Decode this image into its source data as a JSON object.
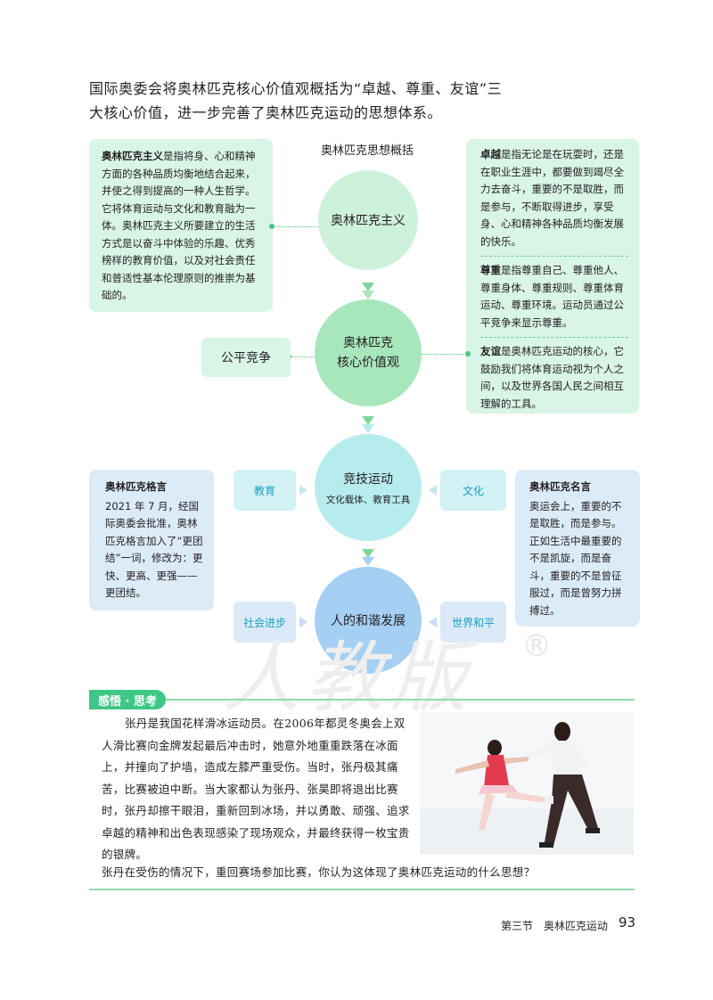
{
  "intro": {
    "line1": "国际奥委会将奥林匹克核心价值观概括为“卓越、尊重、友谊”三",
    "line2": "大核心价值，进一步完善了奥林匹克运动的思想体系。"
  },
  "diagram_title": "奥林匹克思想概括",
  "left_box": {
    "term": "奥林匹克主义",
    "text": "是指将身、心和精神方面的各种品质均衡地结合起来，并使之得到提高的一种人生哲学。它将体育运动与文化和教育融为一体。奥林匹克主义所要建立的生活方式是以奋斗中体验的乐趣、优秀榜样的教育价值，以及对社会责任和普适性基本伦理原则的推崇为基础的。"
  },
  "right_box": {
    "excellence_term": "卓越",
    "excellence_text": "是指无论是在玩耍时，还是在职业生涯中，都要做到竭尽全力去奋斗，重要的不是取胜，而是参与，不断取得进步，享受身、心和精神各种品质均衡发展的快乐。",
    "respect_term": "尊重",
    "respect_text": "是指尊重自己、尊重他人、尊重身体、尊重规则、尊重体育运动、尊重环境。运动员通过公平竞争来显示尊重。",
    "friendship_term": "友谊",
    "friendship_text": "是奥林匹克运动的核心，它鼓励我们将体育运动视为个人之间，以及世界各国人民之间相互理解的工具。"
  },
  "circles": {
    "olympism": "奥林匹克主义",
    "core_line1": "奥林匹克",
    "core_line2": "核心价值观",
    "competitive_main": "竞技运动",
    "competitive_sub": "文化载体、教育工具",
    "harmony": "人的和谐发展"
  },
  "fair_play": "公平竞争",
  "tags": {
    "education": "教育",
    "culture": "文化",
    "social_progress": "社会进步",
    "world_peace": "世界和平"
  },
  "motto_box": {
    "title": "奥林匹克格言",
    "text": "2021 年 7 月，经国际奥委会批准，奥林匹克格言加入了“更团结”一词，修改为：更快、更高、更强——更团结。"
  },
  "famous_box": {
    "title": "奥林匹克名言",
    "text": "奥运会上，重要的不是取胜，而是参与。正如生活中最重要的不是凯旋，而是奋斗，重要的不是曾征服过，而是曾努力拼搏过。"
  },
  "watermark": "人教版",
  "watermark_reg": "®",
  "think": {
    "label": "感悟 · 思考",
    "story": "张丹是我国花样滑冰运动员。在2006年都灵冬奥会上双人滑比赛向金牌发起最后冲击时，她意外地重重跌落在冰面上，并撞向了护墙，造成左膝严重受伤。当时，张丹极其痛苦，比赛被迫中断。当大家都认为张丹、张昊即将退出比赛时，张丹却擦干眼泪，重新回到冰场，并以勇敢、顽强、追求卓越的精神和出色表现感染了现场观众，并最终获得一枚宝贵的银牌。",
    "question": "张丹在受伤的情况下，重回赛场参加比赛，你认为这体现了奥林匹克运动的什么思想？"
  },
  "footer": {
    "section": "第三节　奥林匹克运动",
    "page": "93"
  },
  "colors": {
    "green_box": "#d8f5e6",
    "blue_box": "#dcebf8",
    "accent_green": "#3fc787",
    "tag_text": "#1a9fc2"
  }
}
